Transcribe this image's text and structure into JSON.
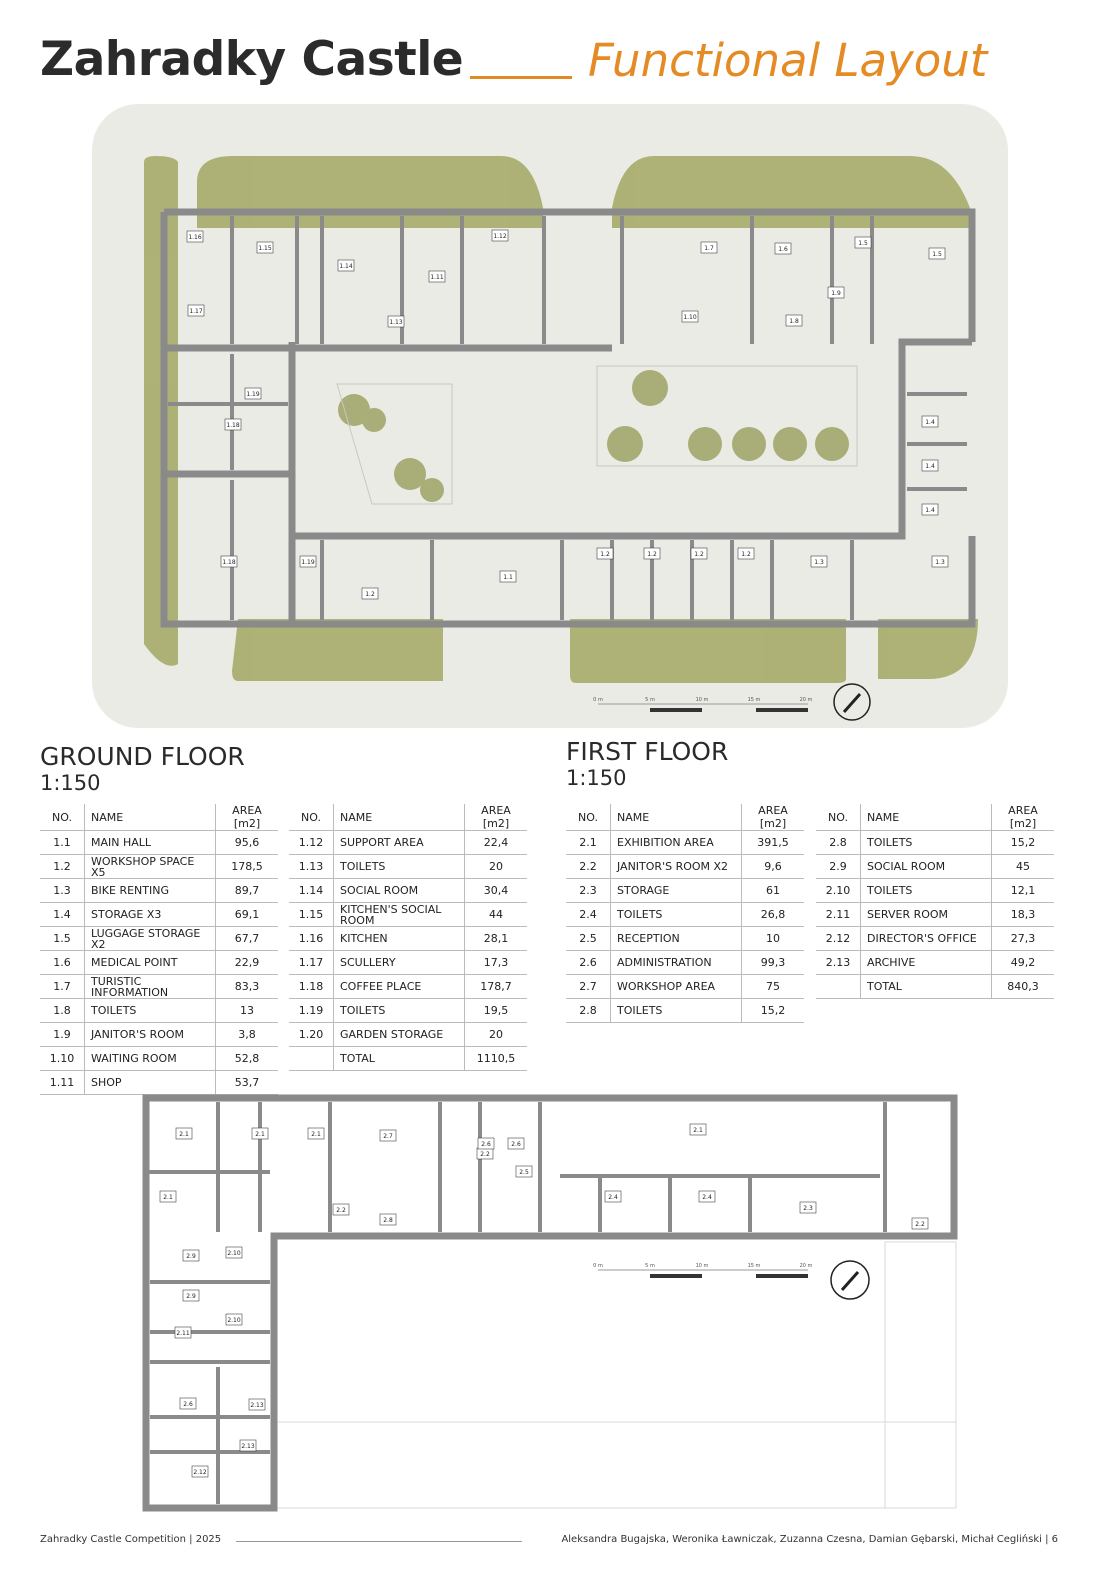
{
  "title": {
    "main": "Zahradky Castle",
    "accent": "Functional Layout",
    "accent_color": "#e58b25"
  },
  "ground_floor": {
    "heading": "GROUND FLOOR",
    "scale": "1:150",
    "columns": {
      "no": "NO.",
      "name": "NAME",
      "area": "AREA [m2]"
    },
    "left_rows": [
      {
        "no": "1.1",
        "name": "MAIN HALL",
        "area": "95,6"
      },
      {
        "no": "1.2",
        "name": "WORKSHOP SPACE x5",
        "area": "178,5"
      },
      {
        "no": "1.3",
        "name": "BIKE RENTING",
        "area": "89,7"
      },
      {
        "no": "1.4",
        "name": "STORAGE x3",
        "area": "69,1"
      },
      {
        "no": "1.5",
        "name": "LUGGAGE STORAGE x2",
        "area": "67,7"
      },
      {
        "no": "1.6",
        "name": "MEDICAL POINT",
        "area": "22,9"
      },
      {
        "no": "1.7",
        "name": "TURISTIC INFORMATION",
        "area": "83,3"
      },
      {
        "no": "1.8",
        "name": "TOILETS",
        "area": "13"
      },
      {
        "no": "1.9",
        "name": "JANITOR'S ROOM",
        "area": "3,8"
      },
      {
        "no": "1.10",
        "name": "WAITING ROOM",
        "area": "52,8"
      },
      {
        "no": "1.11",
        "name": "SHOP",
        "area": "53,7"
      }
    ],
    "right_rows": [
      {
        "no": "1.12",
        "name": "SUPPORT AREA",
        "area": "22,4"
      },
      {
        "no": "1.13",
        "name": "TOILETS",
        "area": "20"
      },
      {
        "no": "1.14",
        "name": "SOCIAL ROOM",
        "area": "30,4"
      },
      {
        "no": "1.15",
        "name": "KITCHEN'S SOCIAL ROOM",
        "area": "44"
      },
      {
        "no": "1.16",
        "name": "KITCHEN",
        "area": "28,1"
      },
      {
        "no": "1.17",
        "name": "SCULLERY",
        "area": "17,3"
      },
      {
        "no": "1.18",
        "name": "COFFEE PLACE",
        "area": "178,7"
      },
      {
        "no": "1.19",
        "name": "TOILETS",
        "area": "19,5"
      },
      {
        "no": "1.20",
        "name": "GARDEN STORAGE",
        "area": "20"
      },
      {
        "no": "",
        "name": "TOTAL",
        "area": "1110,5"
      }
    ]
  },
  "first_floor": {
    "heading": "FIRST FLOOR",
    "scale": "1:150",
    "columns": {
      "no": "NO.",
      "name": "NAME",
      "area": "AREA [m2]"
    },
    "left_rows": [
      {
        "no": "2.1",
        "name": "EXHIBITION AREA",
        "area": "391,5"
      },
      {
        "no": "2.2",
        "name": "JANITOR'S ROOM x2",
        "area": "9,6"
      },
      {
        "no": "2.3",
        "name": "STORAGE",
        "area": "61"
      },
      {
        "no": "2.4",
        "name": "TOILETS",
        "area": "26,8"
      },
      {
        "no": "2.5",
        "name": "RECEPTION",
        "area": "10"
      },
      {
        "no": "2.6",
        "name": "ADMINISTRATION",
        "area": "99,3"
      },
      {
        "no": "2.7",
        "name": "WORKSHOP AREA",
        "area": "75"
      },
      {
        "no": "2.8",
        "name": "TOILETS",
        "area": "15,2"
      }
    ],
    "right_rows": [
      {
        "no": "2.8",
        "name": "TOILETS",
        "area": "15,2"
      },
      {
        "no": "2.9",
        "name": "SOCIAL ROOM",
        "area": "45"
      },
      {
        "no": "2.10",
        "name": "TOILETS",
        "area": "12,1"
      },
      {
        "no": "2.11",
        "name": "SERVER ROOM",
        "area": "18,3"
      },
      {
        "no": "2.12",
        "name": "DIRECTOR'S OFFICE",
        "area": "27,3"
      },
      {
        "no": "2.13",
        "name": "ARCHIVE",
        "area": "49,2"
      },
      {
        "no": "",
        "name": "TOTAL",
        "area": "840,3"
      }
    ]
  },
  "scale_bar": {
    "labels": [
      "0 m",
      "5 m",
      "10 m",
      "15 m",
      "20 m"
    ]
  },
  "ground_plan_tags": [
    "1.1",
    "1.2",
    "1.2",
    "1.2",
    "1.2",
    "1.2",
    "1.3",
    "1.3",
    "1.4",
    "1.4",
    "1.4",
    "1.5",
    "1.5",
    "1.6",
    "1.7",
    "1.8",
    "1.9",
    "1.10",
    "1.11",
    "1.12",
    "1.13",
    "1.14",
    "1.15",
    "1.16",
    "1.17",
    "1.18",
    "1.18",
    "1.19",
    "1.19"
  ],
  "first_plan_tags": [
    "2.1",
    "2.1",
    "2.1",
    "2.1",
    "2.1",
    "2.2",
    "2.2",
    "2.2",
    "2.3",
    "2.4",
    "2.4",
    "2.5",
    "2.6",
    "2.6",
    "2.6",
    "2.7",
    "2.8",
    "2.9",
    "2.9",
    "2.10",
    "2.10",
    "2.11",
    "2.12",
    "2.13",
    "2.13"
  ],
  "colors": {
    "wall": "#8a8a8a",
    "grass": "#9fa55f",
    "tree": "#a9ad78",
    "panel": "#ebebe6"
  },
  "footer": {
    "left": "Zahradky Castle Competition | 2025",
    "right": "Aleksandra Bugajska, Weronika Ławniczak, Zuzanna Czesna, Damian Gębarski, Michał Cegliński  |  6"
  }
}
